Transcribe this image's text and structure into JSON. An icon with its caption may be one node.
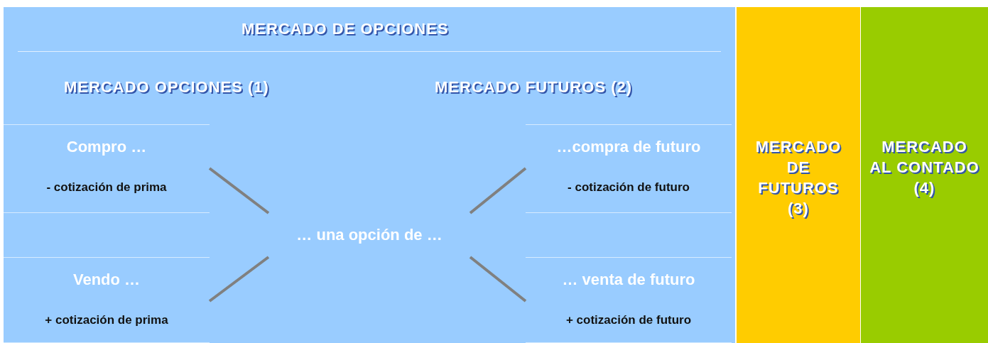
{
  "diagram": {
    "nodes": [
      {
        "text": [
          "MERCADO DE OPCIONES"
        ]
      },
      {
        "text": [
          "Compro …",
          "- cotización de prima"
        ],
        "in": 0
      },
      {
        "text": [
          "Vendo …",
          "+ cotización de prima"
        ],
        "in": 0
      },
      {
        "text": [
          "… una opción de …"
        ],
        "in": 0
      },
      {
        "text": [
          "…compra de futuro",
          "- cotización de futuro"
        ],
        "in": 0
      },
      {
        "text": [
          "… venta de futuro",
          "+ cotización de futuro"
        ],
        "in": 0
      },
      {
        "text": [
          "MERCADO DE FUTUROS (3)"
        ]
      },
      {
        "text": [
          "MERCADO AL CONTADO (4)"
        ]
      }
    ],
    "edges": [
      {
        "from": 1,
        "to": 3,
        "arrow": "none"
      },
      {
        "from": 2,
        "to": 3,
        "arrow": "none"
      },
      {
        "from": 3,
        "to": 4,
        "arrow": "none"
      },
      {
        "from": 3,
        "to": 5,
        "arrow": "none"
      }
    ],
    "labels": [
      "MERCADO OPCIONES (1)",
      "MERCADO FUTUROS (2)"
    ]
  }
}
